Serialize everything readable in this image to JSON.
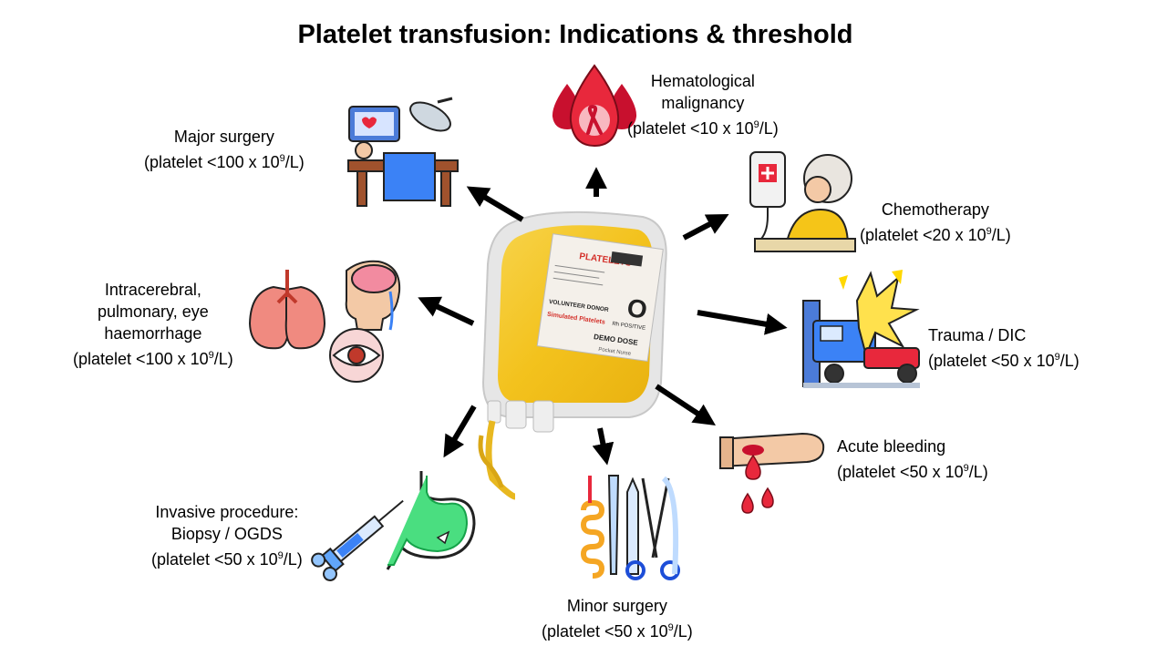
{
  "title": "Platelet transfusion: Indications & threshold",
  "center": {
    "bag_brand": "PLATELETS",
    "bag_rh": "Rh POSITIVE",
    "bag_group": "O",
    "bag_donor": "VOLUNTEER DONOR",
    "bag_product": "Simulated Platelets",
    "bag_demo": "DEMO DOSE",
    "bag_maker": "Pocket Nurse"
  },
  "indications": {
    "hematological": {
      "lines": [
        "Hematological",
        "malignancy"
      ],
      "threshold_prefix": "(platelet <10 x 10",
      "threshold_suffix": "/L)",
      "exp": "9",
      "icon": "blood-drop-ribbon-icon"
    },
    "major_surgery": {
      "lines": [
        "Major surgery"
      ],
      "threshold_prefix": "(platelet <100 x 10",
      "threshold_suffix": "/L)",
      "exp": "9",
      "icon": "operating-room-icon"
    },
    "chemotherapy": {
      "lines": [
        "Chemotherapy"
      ],
      "threshold_prefix": "(platelet <20 x 10",
      "threshold_suffix": "/L)",
      "exp": "9",
      "icon": "chemotherapy-patient-icon"
    },
    "haemorrhage": {
      "lines": [
        "Intracerebral,",
        "pulmonary, eye",
        "haemorrhage"
      ],
      "threshold_prefix": "(platelet <100 x 10",
      "threshold_suffix": "/L)",
      "exp": "9",
      "icon": "lungs-brain-eye-icon"
    },
    "trauma": {
      "lines": [
        "Trauma / DIC"
      ],
      "threshold_prefix": "(platelet <50 x 10",
      "threshold_suffix": "/L)",
      "exp": "9",
      "icon": "car-crash-icon"
    },
    "acute_bleeding": {
      "lines": [
        "Acute bleeding"
      ],
      "threshold_prefix": "(platelet <50 x 10",
      "threshold_suffix": "/L)",
      "exp": "9",
      "icon": "bleeding-arm-icon"
    },
    "invasive": {
      "lines": [
        "Invasive procedure:",
        "Biopsy / OGDS"
      ],
      "threshold_prefix": "(platelet <50 x 10",
      "threshold_suffix": "/L)",
      "exp": "9",
      "icon": "stomach-syringe-icon"
    },
    "minor_surgery": {
      "lines": [
        "Minor surgery"
      ],
      "threshold_prefix": "(platelet <50 x 10",
      "threshold_suffix": "/L)",
      "exp": "9",
      "icon": "surgical-instruments-icon"
    }
  },
  "colors": {
    "platelet_yellow": "#f5c518",
    "blood_red": "#e8283c",
    "arrow": "#000000"
  }
}
